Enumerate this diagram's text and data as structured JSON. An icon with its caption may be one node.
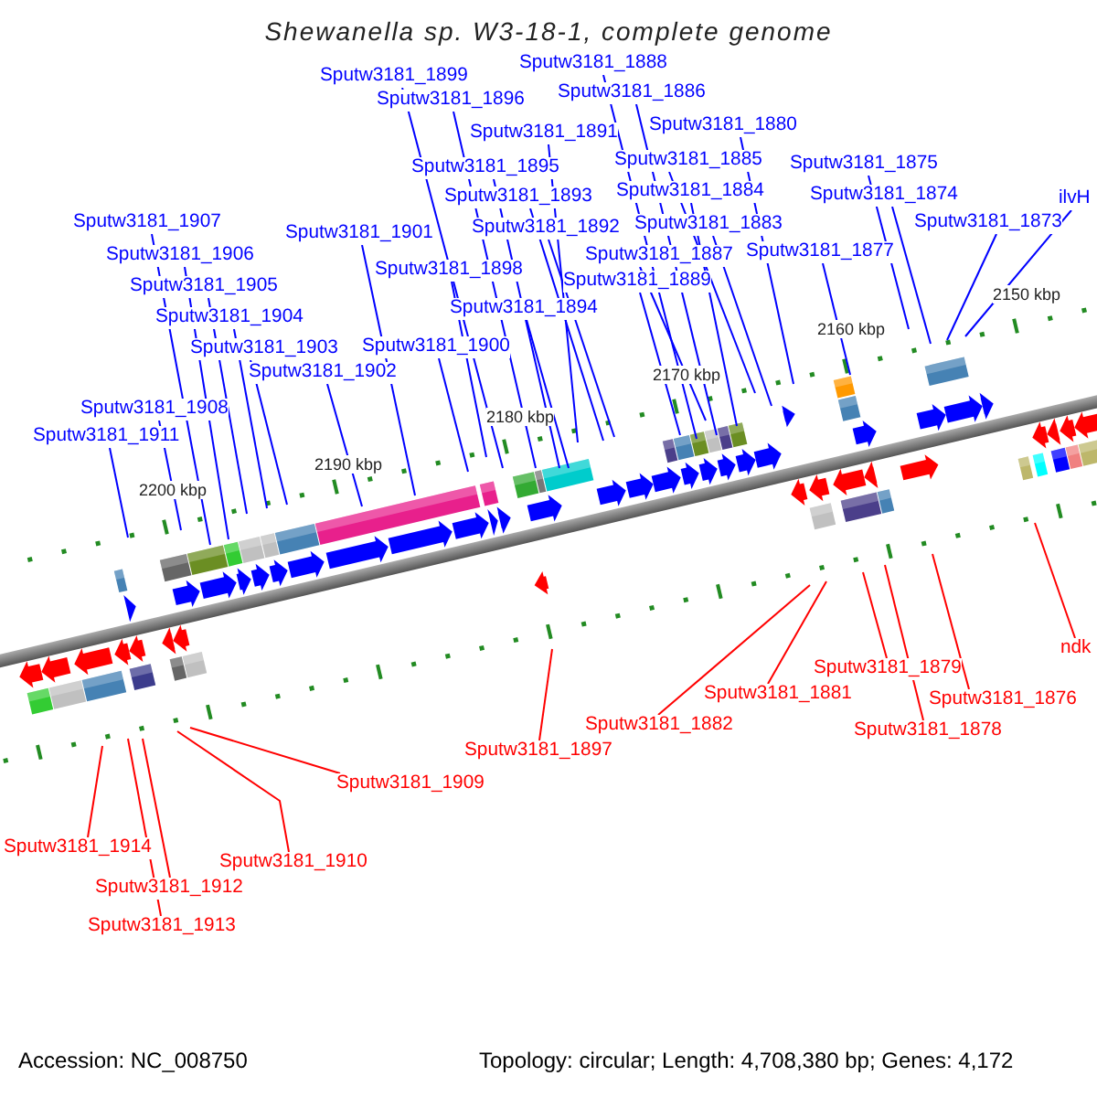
{
  "diagram": {
    "title": "Shewanella sp. W3-18-1, complete genome",
    "nodes": [
      {
        "text": [
          "Sputw3181_1888"
        ]
      },
      {
        "text": [
          "Sputw3181_1899"
        ]
      },
      {
        "text": [
          "Sputw3181_1886"
        ]
      },
      {
        "text": [
          "Sputw3181_1896"
        ]
      },
      {
        "text": [
          "Sputw3181_1880"
        ]
      },
      {
        "text": [
          "Sputw3181_1891"
        ]
      },
      {
        "text": [
          "Sputw3181_1885"
        ]
      },
      {
        "text": [
          "Sputw3181_1875"
        ]
      },
      {
        "text": [
          "Sputw3181_1895"
        ]
      },
      {
        "text": [
          "Sputw3181_1884"
        ]
      },
      {
        "text": [
          "Sputw3181_1874"
        ]
      },
      {
        "text": [
          "Sputw3181_1893"
        ]
      },
      {
        "text": [
          "ilvH"
        ]
      },
      {
        "text": [
          "Sputw3181_1873"
        ]
      },
      {
        "text": [
          "Sputw3181_1892"
        ]
      },
      {
        "text": [
          "Sputw3181_1883"
        ]
      },
      {
        "text": [
          "Sputw3181_1901"
        ]
      },
      {
        "text": [
          "Sputw3181_1887"
        ]
      },
      {
        "text": [
          "Sputw3181_1877"
        ]
      },
      {
        "text": [
          "Sputw3181_1898"
        ]
      },
      {
        "text": [
          "Sputw3181_1889"
        ]
      },
      {
        "text": [
          "Sputw3181_1894"
        ]
      },
      {
        "text": [
          "Sputw3181_1900"
        ]
      },
      {
        "text": [
          "Sputw3181_1907"
        ]
      },
      {
        "text": [
          "Sputw3181_1906"
        ]
      },
      {
        "text": [
          "Sputw3181_1905"
        ]
      },
      {
        "text": [
          "Sputw3181_1904"
        ]
      },
      {
        "text": [
          "Sputw3181_1903"
        ]
      },
      {
        "text": [
          "Sputw3181_1902"
        ]
      },
      {
        "text": [
          "Sputw3181_1908"
        ]
      },
      {
        "text": [
          "Sputw3181_1911"
        ]
      },
      {
        "text": [
          "ndk"
        ]
      },
      {
        "text": [
          "Sputw3181_1879"
        ]
      },
      {
        "text": [
          "Sputw3181_1881"
        ]
      },
      {
        "text": [
          "Sputw3181_1876"
        ]
      },
      {
        "text": [
          "Sputw3181_1882"
        ]
      },
      {
        "text": [
          "Sputw3181_1878"
        ]
      },
      {
        "text": [
          "Sputw3181_1897"
        ]
      },
      {
        "text": [
          "Sputw3181_1909"
        ]
      },
      {
        "text": [
          "Sputw3181_1914"
        ]
      },
      {
        "text": [
          "Sputw3181_1910"
        ]
      },
      {
        "text": [
          "Sputw3181_1912"
        ]
      },
      {
        "text": [
          "Sputw3181_1913"
        ]
      }
    ],
    "edges": [
      {
        "from": 0,
        "to": null,
        "arrow": "none"
      },
      {
        "from": 1,
        "to": null,
        "arrow": "none"
      },
      {
        "from": 2,
        "to": null,
        "arrow": "none"
      },
      {
        "from": 3,
        "to": null,
        "arrow": "none"
      },
      {
        "from": 4,
        "to": null,
        "arrow": "none"
      },
      {
        "from": 5,
        "to": null,
        "arrow": "none"
      },
      {
        "from": 6,
        "to": null,
        "arrow": "none"
      },
      {
        "from": 7,
        "to": null,
        "arrow": "none"
      },
      {
        "from": 8,
        "to": null,
        "arrow": "none"
      },
      {
        "from": 9,
        "to": null,
        "arrow": "none"
      },
      {
        "from": 10,
        "to": null,
        "arrow": "none"
      },
      {
        "from": 11,
        "to": null,
        "arrow": "none"
      },
      {
        "from": 12,
        "to": null,
        "arrow": "none"
      },
      {
        "from": 13,
        "to": null,
        "arrow": "none"
      },
      {
        "from": 14,
        "to": null,
        "arrow": "none"
      },
      {
        "from": 15,
        "to": null,
        "arrow": "none"
      },
      {
        "from": 16,
        "to": null,
        "arrow": "none"
      },
      {
        "from": 17,
        "to": null,
        "arrow": "none"
      },
      {
        "from": 18,
        "to": null,
        "arrow": "none"
      },
      {
        "from": 19,
        "to": null,
        "arrow": "none"
      },
      {
        "from": 20,
        "to": null,
        "arrow": "none"
      },
      {
        "from": 21,
        "to": null,
        "arrow": "none"
      },
      {
        "from": 22,
        "to": null,
        "arrow": "none"
      },
      {
        "from": 23,
        "to": null,
        "arrow": "none"
      },
      {
        "from": 24,
        "to": null,
        "arrow": "none"
      },
      {
        "from": 25,
        "to": null,
        "arrow": "none"
      },
      {
        "from": 26,
        "to": null,
        "arrow": "none"
      },
      {
        "from": 27,
        "to": null,
        "arrow": "none"
      },
      {
        "from": 28,
        "to": null,
        "arrow": "none"
      },
      {
        "from": 29,
        "to": null,
        "arrow": "none"
      },
      {
        "from": 30,
        "to": null,
        "arrow": "none"
      },
      {
        "from": 31,
        "to": null,
        "arrow": "none",
        "color": "#ff0000"
      },
      {
        "from": 32,
        "to": null,
        "arrow": "none",
        "color": "#ff0000"
      },
      {
        "from": 33,
        "to": null,
        "arrow": "none",
        "color": "#ff0000"
      },
      {
        "from": 34,
        "to": null,
        "arrow": "none",
        "color": "#ff0000"
      },
      {
        "from": 35,
        "to": null,
        "arrow": "none",
        "color": "#ff0000"
      },
      {
        "from": 36,
        "to": null,
        "arrow": "none",
        "color": "#ff0000"
      },
      {
        "from": 37,
        "to": null,
        "arrow": "none",
        "color": "#ff0000"
      },
      {
        "from": 38,
        "to": null,
        "arrow": "none",
        "color": "#ff0000"
      },
      {
        "from": 39,
        "to": null,
        "arrow": "none",
        "color": "#ff0000"
      },
      {
        "from": 40,
        "to": null,
        "arrow": "none",
        "color": "#ff0000"
      },
      {
        "from": 41,
        "to": null,
        "arrow": "none",
        "color": "#ff0000"
      },
      {
        "from": 42,
        "to": null,
        "arrow": "none",
        "color": "#ff0000"
      }
    ],
    "labels": [
      "2150 kbp",
      "2160 kbp",
      "2170 kbp",
      "2180 kbp",
      "2190 kbp",
      "2200 kbp",
      "Accession: NC_008750",
      "Topology: circular; Length: 4,708,380 bp; Genes: 4,172"
    ]
  }
}
